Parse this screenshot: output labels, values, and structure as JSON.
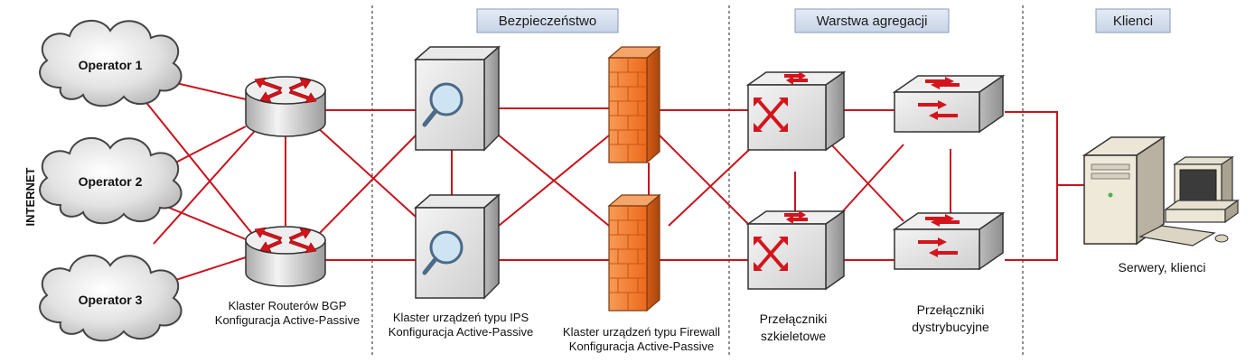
{
  "sections": {
    "security": "Bezpieczeństwo",
    "aggregation": "Warstwa agregacji",
    "clients": "Klienci"
  },
  "internet_label": "INTERNET",
  "operators": [
    "Operator 1",
    "Operator 2",
    "Operator 3"
  ],
  "routers": {
    "line1": "Klaster Routerów BGP",
    "line2": "Konfiguracja Active-Passive"
  },
  "ips": {
    "line1": "Klaster urządzeń typu IPS",
    "line2": "Konfiguracja Active-Passive"
  },
  "firewall": {
    "line1": "Klaster urządzeń typu Firewall",
    "line2": "Konfiguracja Active-Passive"
  },
  "core_switches": {
    "line1": "Przełączniki",
    "line2": "szkieletowe"
  },
  "distribution_switches": {
    "line1": "Przełączniki",
    "line2": "dystrybucyjne"
  },
  "servers": "Serwery, klienci",
  "colors": {
    "link": "#c8141c",
    "firewall": "#f07a2a",
    "header_box": "#d6e0ee",
    "device": "#e9e9e9"
  }
}
